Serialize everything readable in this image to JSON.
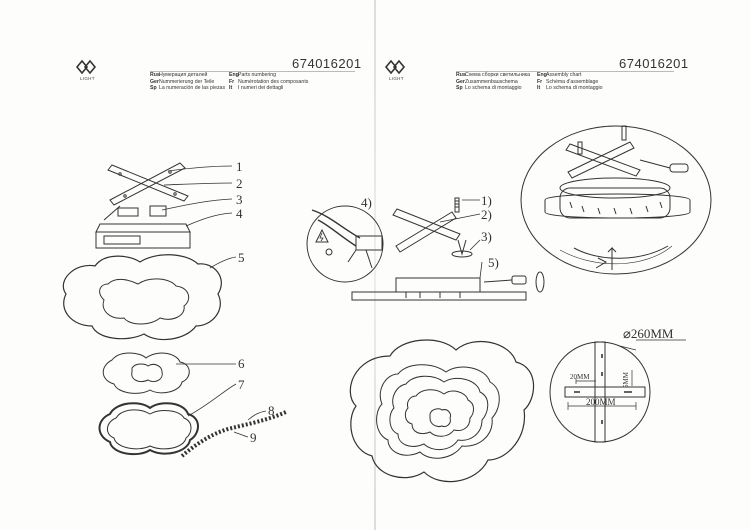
{
  "left": {
    "code": "674016201",
    "logo_text": "LIGHT",
    "header_rows": [
      {
        "a_code": "Rus",
        "a_text": "Нумерация деталей",
        "b_code": "Eng",
        "b_text": "Parts numbering"
      },
      {
        "a_code": "Ger",
        "a_text": "Nummerierung der Teile",
        "b_code": "Fr",
        "b_text": "Numérotation des composants"
      },
      {
        "a_code": "Sp",
        "a_text": "La numeración de las piezas",
        "b_code": "It",
        "b_text": "I numeri dei dettagli"
      }
    ],
    "part_labels": [
      "1",
      "2",
      "3",
      "4",
      "5",
      "6",
      "7",
      "8",
      "9"
    ]
  },
  "right": {
    "code": "674016201",
    "logo_text": "LIGHT",
    "header_rows": [
      {
        "a_code": "Rus",
        "a_text": "Схема сборки светильника",
        "b_code": "Eng",
        "b_text": "Assembly chart"
      },
      {
        "a_code": "Ger",
        "a_text": "Zusammenbauschema",
        "b_code": "Fr",
        "b_text": "Schéma d'assemblage"
      },
      {
        "a_code": "Sp",
        "a_text": "Lo schema di montaggio",
        "b_code": "It",
        "b_text": "Lo schema di montaggio"
      }
    ],
    "step_labels": [
      "1)",
      "2)",
      "3)",
      "4)",
      "5)"
    ],
    "dimensions": {
      "diameter": "⌀260MM",
      "width": "200MM",
      "offset": "20MM",
      "height": "5MM"
    }
  },
  "colors": {
    "ink": "#333333",
    "paper": "#fdfdfc",
    "fold": "#dddddd"
  }
}
